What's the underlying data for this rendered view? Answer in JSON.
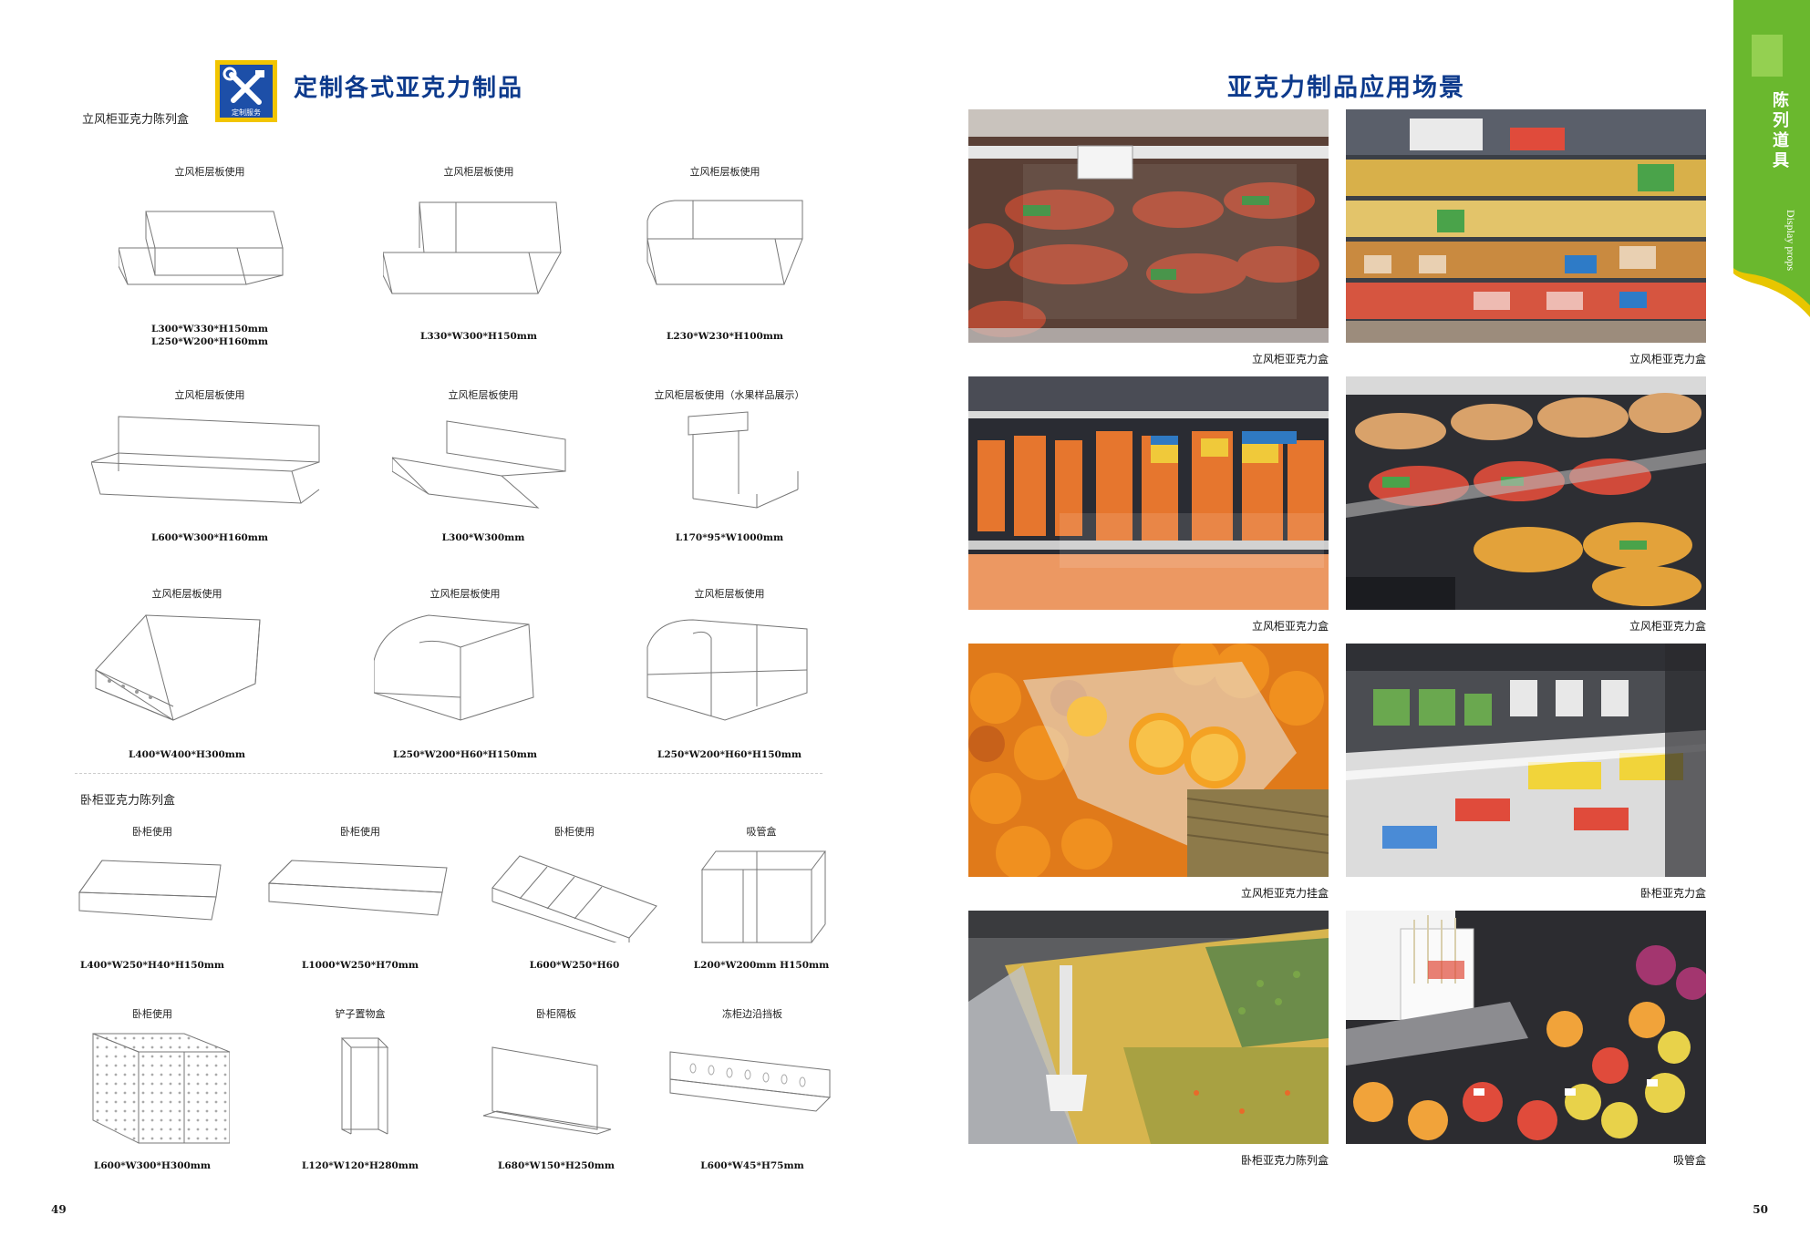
{
  "left_page": {
    "title": "定制各式亚克力制品",
    "logo_text": "定制服务",
    "section_upright": "立风柜亚克力陈列盒",
    "section_chest": "卧柜亚克力陈列盒",
    "upright_items": [
      {
        "usage": "立风柜层板使用",
        "dims": [
          "L300*W330*H150mm",
          "L250*W200*H160mm"
        ]
      },
      {
        "usage": "立风柜层板使用",
        "dims": [
          "L330*W300*H150mm"
        ]
      },
      {
        "usage": "立风柜层板使用",
        "dims": [
          "L230*W230*H100mm"
        ]
      },
      {
        "usage": "立风柜层板使用",
        "dims": [
          "L600*W300*H160mm"
        ]
      },
      {
        "usage": "立风柜层板使用",
        "dims": [
          "L300*W300mm"
        ]
      },
      {
        "usage": "立风柜层板使用（水果样品展示）",
        "dims": [
          "L170*95*W1000mm"
        ]
      },
      {
        "usage": "立风柜层板使用",
        "dims": [
          "L400*W400*H300mm"
        ]
      },
      {
        "usage": "立风柜层板使用",
        "dims": [
          "L250*W200*H60*H150mm"
        ]
      },
      {
        "usage": "立风柜层板使用",
        "dims": [
          "L250*W200*H60*H150mm"
        ]
      }
    ],
    "chest_items": [
      {
        "usage": "卧柜使用",
        "dims": [
          "L400*W250*H40*H150mm"
        ]
      },
      {
        "usage": "卧柜使用",
        "dims": [
          "L1000*W250*H70mm"
        ]
      },
      {
        "usage": "卧柜使用",
        "dims": [
          "L600*W250*H60"
        ]
      },
      {
        "usage": "吸管盒",
        "dims": [
          "L200*W200mm H150mm"
        ]
      },
      {
        "usage": "卧柜使用",
        "dims": [
          "L600*W300*H300mm"
        ]
      },
      {
        "usage": "铲子置物盒",
        "dims": [
          "L120*W120*H280mm"
        ]
      },
      {
        "usage": "卧柜隔板",
        "dims": [
          "L680*W150*H250mm"
        ]
      },
      {
        "usage": "冻柜边沿挡板",
        "dims": [
          "L600*W45*H75mm"
        ]
      }
    ],
    "page_number": "49"
  },
  "right_page": {
    "title": "亚克力制品应用场景",
    "photos": [
      {
        "caption": "立风柜亚克力盒",
        "icon": "sausage-display-photo"
      },
      {
        "caption": "立风柜亚克力盒",
        "icon": "packaged-snacks-shelf-photo"
      },
      {
        "caption": "立风柜亚克力盒",
        "icon": "sausage-packs-bins-photo"
      },
      {
        "caption": "立风柜亚克力盒",
        "icon": "chilled-meat-shelf-photo"
      },
      {
        "caption": "立风柜亚克力挂盒",
        "icon": "orange-display-photo"
      },
      {
        "caption": "卧柜亚克力盒",
        "icon": "chest-freezer-photo"
      },
      {
        "caption": "卧柜亚克力陈列盒",
        "icon": "frozen-vegetables-bin-photo"
      },
      {
        "caption": "吸管盒",
        "icon": "fruit-cups-straw-box-photo"
      }
    ],
    "page_number": "50",
    "side_tab": {
      "cn": "陈列道具",
      "en": "Display props"
    }
  },
  "colors": {
    "title_blue": "#0d3a8c",
    "tab_green": "#6ab82e",
    "tab_yellow": "#e8c600"
  }
}
